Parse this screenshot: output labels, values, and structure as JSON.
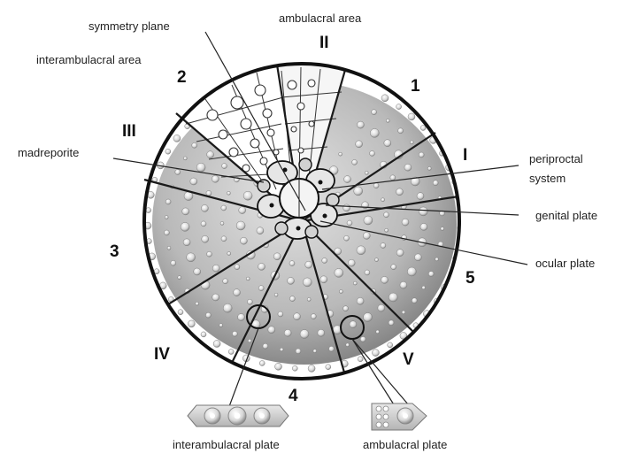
{
  "diagram": {
    "labels": {
      "symmetry_plane": "symmetry plane",
      "ambulacral_area": "ambulacral area",
      "interambulacral_area": "interambulacral area",
      "madreporite": "madreporite",
      "periproctal_system_line1": "periproctal",
      "periproctal_system_line2": "system",
      "genital_plate": "genital plate",
      "ocular_plate": "ocular plate",
      "interambulacral_plate": "interambulacral plate",
      "ambulacral_plate": "ambulacral plate"
    },
    "ambulacral_numbers": [
      "I",
      "II",
      "III",
      "IV",
      "V"
    ],
    "interambulacral_numbers": [
      "1",
      "2",
      "3",
      "4",
      "5"
    ]
  }
}
